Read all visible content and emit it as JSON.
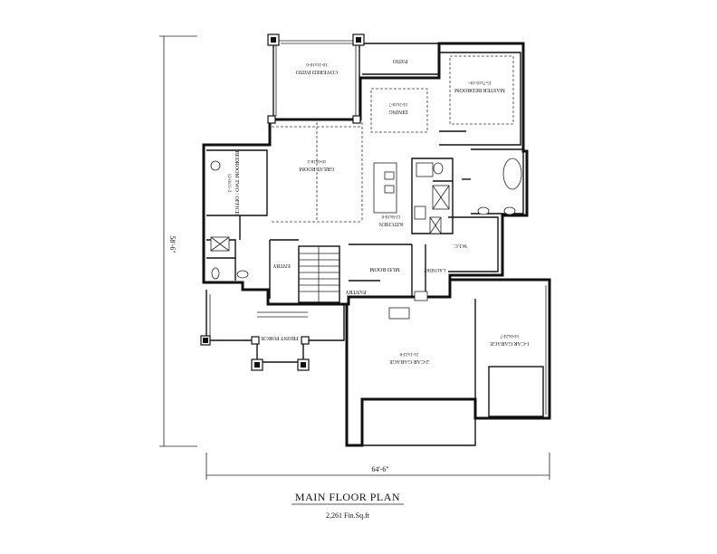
{
  "plan": {
    "title": "MAIN FLOOR PLAN",
    "subtitle": "2,261 Fin.Sq.ft",
    "dimensions": {
      "width": "64'-6\"",
      "depth": "58'-6\""
    },
    "rooms": {
      "covered_patio": {
        "name": "COVERED PATIO",
        "size": "16-11x16-0"
      },
      "patio": {
        "name": "PATIO"
      },
      "master_bedroom": {
        "name": "MASTER BEDROOM",
        "size": "15-7x16-10+"
      },
      "dining": {
        "name": "DINING",
        "size": "14-2x10-7"
      },
      "great_room": {
        "name": "GREAT ROOM",
        "size": "16-0x18-2"
      },
      "bedroom_two": {
        "name": "BEDROOM TWO / OFFICE",
        "size": "12-0x11-2"
      },
      "kitchen": {
        "name": "KITCHEN",
        "size": "12-8x16-0"
      },
      "wic": {
        "name": "W.I.C."
      },
      "entry": {
        "name": "ENTRY"
      },
      "mud_room": {
        "name": "MUD ROOM"
      },
      "laundry": {
        "name": "LAUNDRY"
      },
      "pantry": {
        "name": "PANTRY"
      },
      "front_porch": {
        "name": "FRONT PORCH"
      },
      "garage_1car": {
        "name": "1-CAR GARAGE",
        "size": "14-0x24-7"
      },
      "garage_2car": {
        "name": "2-CAR GARAGE",
        "size": "21-1x23-0"
      }
    }
  }
}
